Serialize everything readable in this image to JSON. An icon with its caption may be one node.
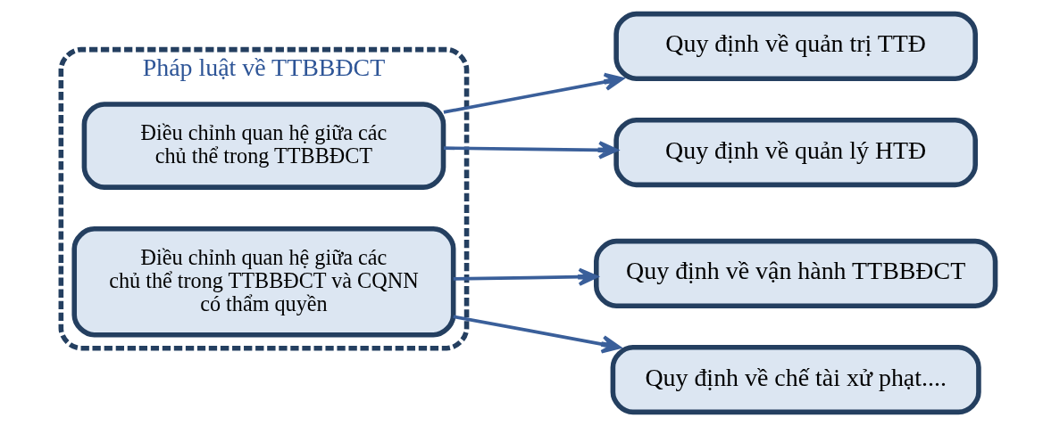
{
  "diagram": {
    "nodes": [
      {
        "text": [
          "Pháp luật về TTBBĐCT"
        ]
      },
      {
        "text": [
          "Điều chỉnh quan hệ giữa các chủ thể trong TTBBĐCT"
        ],
        "in": 0
      },
      {
        "text": [
          "Điều chỉnh quan hệ giữa các chủ thể trong TTBBĐCT và CQNN có thẩm quyền"
        ],
        "in": 0
      },
      {
        "text": [
          "Quy định về quản trị TTĐ"
        ]
      },
      {
        "text": [
          "Quy định về quản lý HTĐ"
        ]
      },
      {
        "text": [
          "Quy định về vận hành TTBBĐCT"
        ]
      },
      {
        "text": [
          "Quy định về chế tài xử phạt...."
        ]
      }
    ],
    "edges": [
      {
        "from": 1,
        "to": 3,
        "arrow": "to"
      },
      {
        "from": 1,
        "to": 4,
        "arrow": "to"
      },
      {
        "from": 2,
        "to": 5,
        "arrow": "to"
      },
      {
        "from": 2,
        "to": 6,
        "arrow": "to"
      }
    ]
  }
}
